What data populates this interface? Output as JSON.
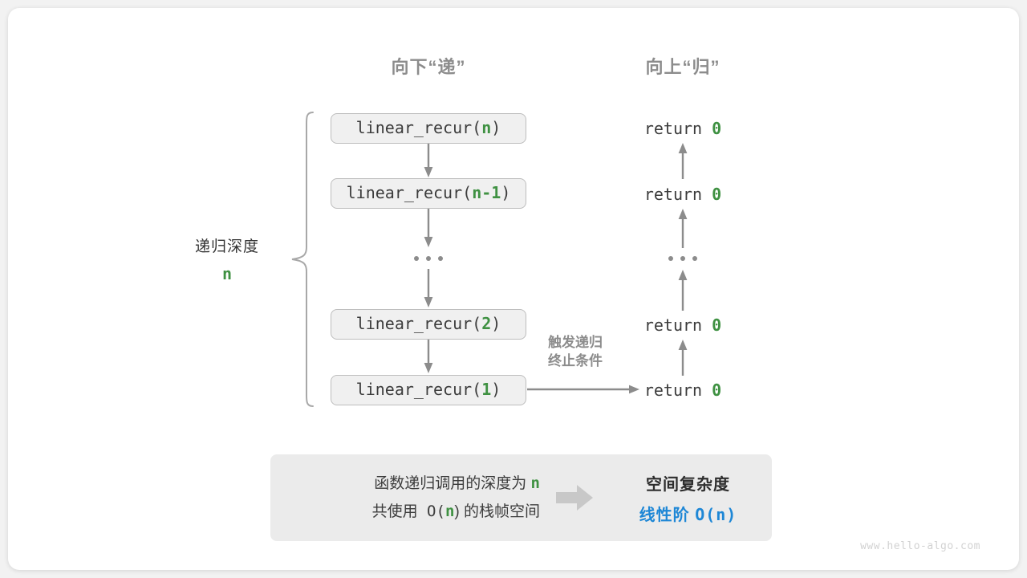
{
  "headings": {
    "down": "向下“递”",
    "up": "向上“归”"
  },
  "frames": [
    {
      "prefix": "linear_recur(",
      "arg": "n",
      "suffix": ")"
    },
    {
      "prefix": "linear_recur(",
      "arg": "n-1",
      "suffix": ")"
    },
    {
      "prefix": "linear_recur(",
      "arg": "2",
      "suffix": ")"
    },
    {
      "prefix": "linear_recur(",
      "arg": "1",
      "suffix": ")"
    }
  ],
  "returns": [
    {
      "keyword": "return ",
      "value": "0"
    },
    {
      "keyword": "return ",
      "value": "0"
    },
    {
      "keyword": "return ",
      "value": "0"
    },
    {
      "keyword": "return ",
      "value": "0"
    }
  ],
  "ellipsis": "...",
  "depth": {
    "label": "递归深度",
    "value": "n"
  },
  "trigger_note": {
    "line1": "触发递归",
    "line2": "终止条件"
  },
  "summary": {
    "line1_pre": "函数递归调用的深度为 ",
    "line1_var": "n",
    "line2_pre": "共使用 O(",
    "line2_var": "n",
    "line2_post": ") 的栈帧空间",
    "arrow_icon": "right-block-arrow-icon",
    "title": "空间复杂度",
    "value_text": "线性阶 ",
    "value_mono": "O(n)"
  },
  "watermark": "www.hello-algo.com",
  "colors": {
    "green": "#3f9142",
    "blue": "#1e87d6",
    "gray_stroke": "#8c8c8c",
    "frame_fill": "#f0f0f0",
    "frame_border": "#bdbdbd",
    "panel_fill": "#ebebeb",
    "page_bg": "#f2f2f2",
    "card_bg": "#ffffff"
  }
}
